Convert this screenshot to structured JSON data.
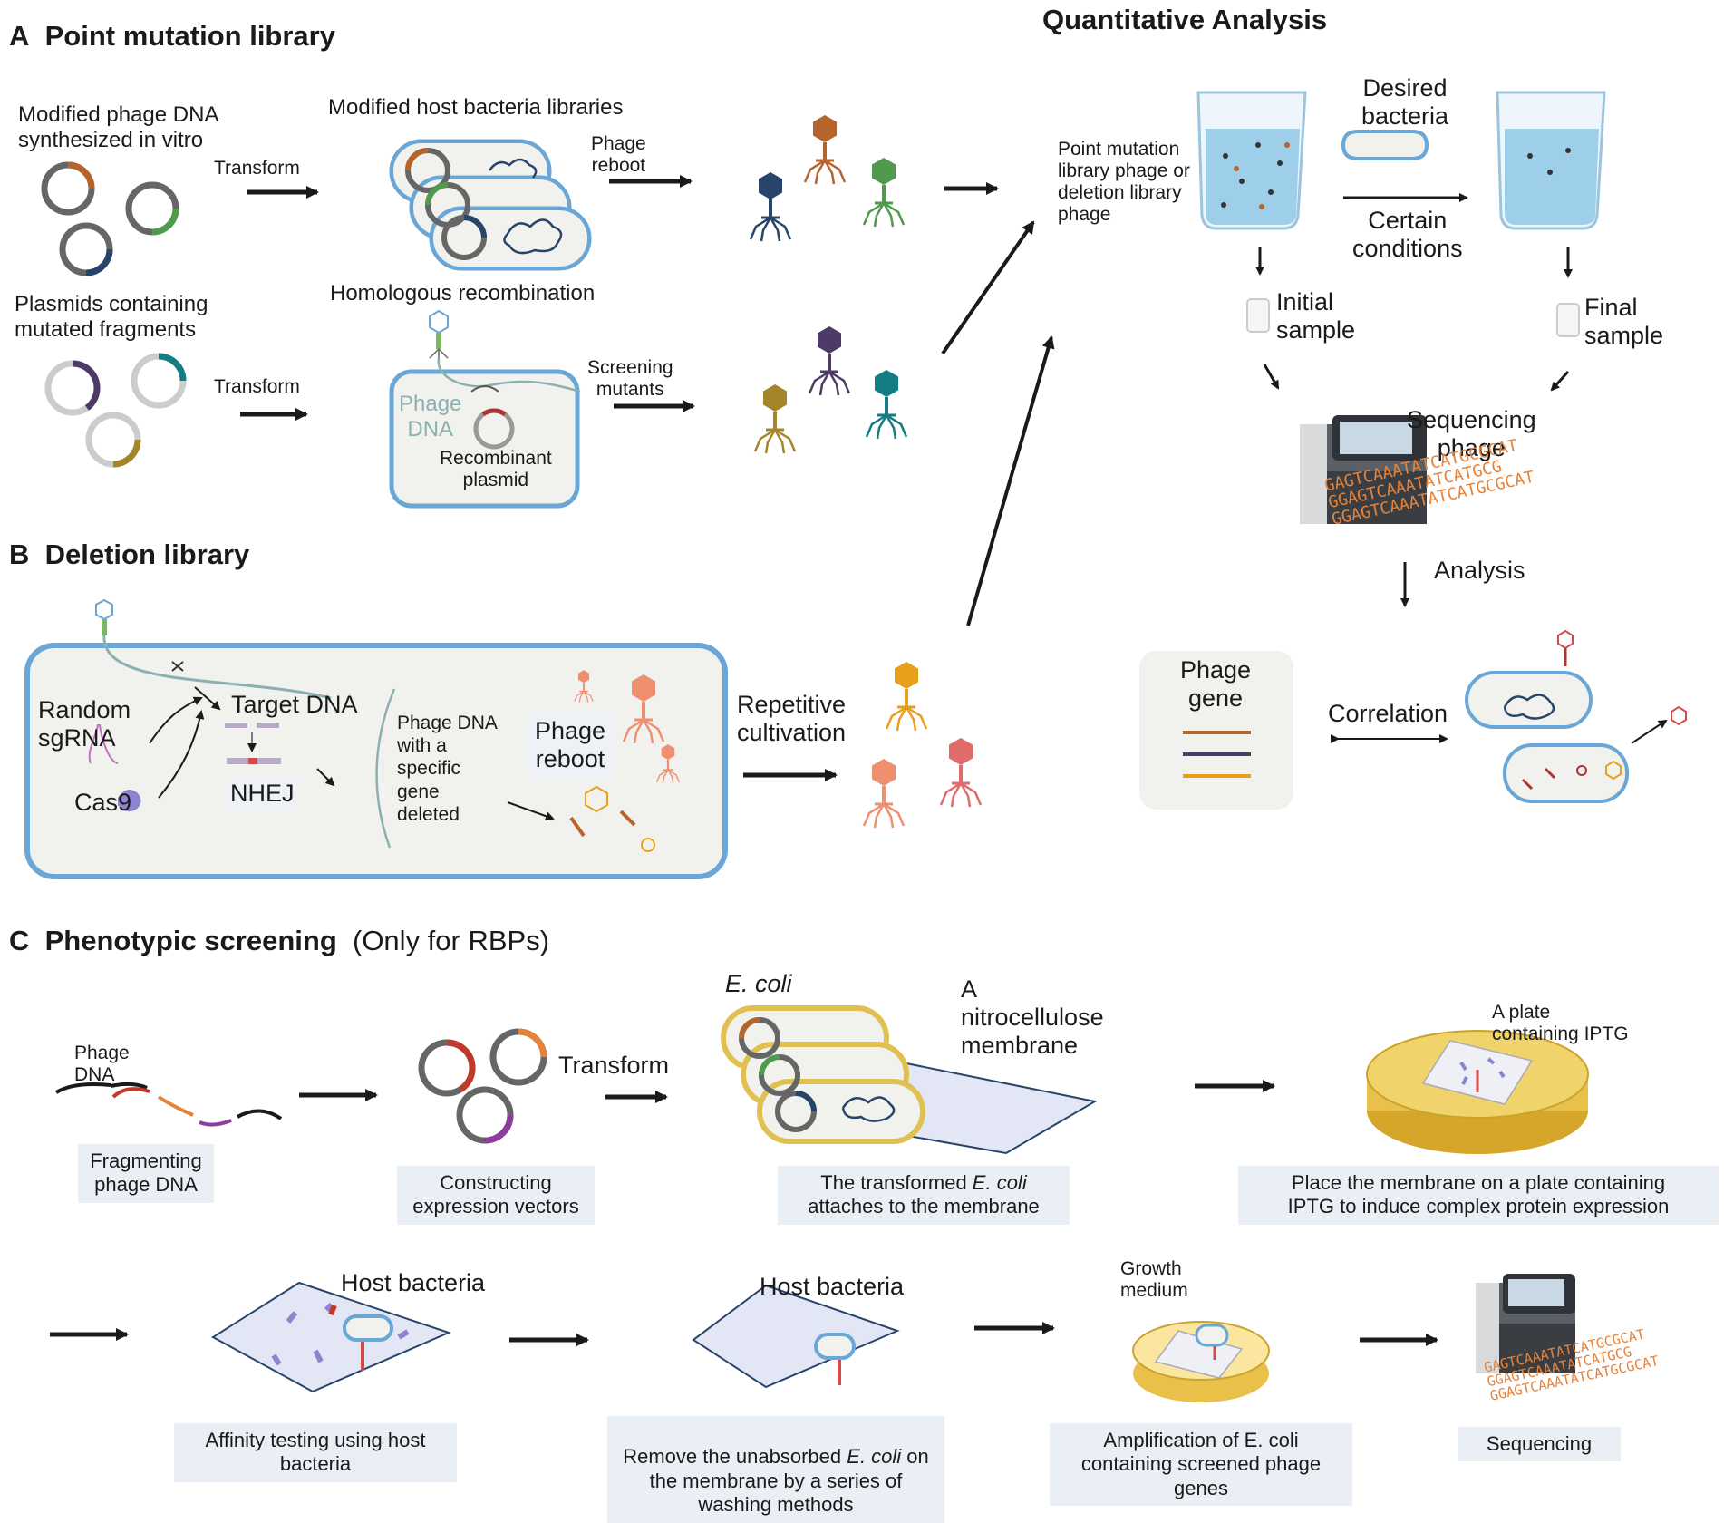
{
  "panel_a": {
    "heading_letter": "A",
    "heading_text": "Point mutation library",
    "modified_dna_label": "Modified phage DNA\nsynthesized in vitro",
    "transform_1": "Transform",
    "host_libraries_label": "Modified host bacteria libraries",
    "phage_reboot": "Phage\nreboot",
    "plasmids_label": "Plasmids containing\nmutated fragments",
    "transform_2": "Transform",
    "homologous_label": "Homologous recombination",
    "phage_dna_label": "Phage\nDNA",
    "recombinant_label": "Recombinant\nplasmid",
    "screening_label": "Screening\nmutants"
  },
  "panel_b": {
    "heading_letter": "B",
    "heading_text": "Deletion library",
    "random_sgrna": "Random\nsgRNA",
    "cas9": "Cas9",
    "target_dna": "Target DNA",
    "nhej": "NHEJ",
    "phage_dna_deleted": "Phage DNA\nwith a\nspecific\ngene\ndeleted",
    "phage_reboot": "Phage\nreboot",
    "repetitive_cultivation": "Repetitive\ncultivation"
  },
  "quant": {
    "heading": "Quantitative Analysis",
    "library_label": "Point mutation\nlibrary phage or\ndeletion library\nphage",
    "desired_bacteria": "Desired\nbacteria",
    "certain_conditions": "Certain\nconditions",
    "initial_sample": "Initial\nsample",
    "final_sample": "Final\nsample",
    "sequencing_phage": "Sequencing\nphage",
    "analysis": "Analysis",
    "phage_gene": "Phage\ngene",
    "correlation": "Correlation",
    "dna_seq_lines": [
      "GAGTCAAATATCATGCGCAT",
      "GGAGTCAAATATCATGCG",
      "GGAGTCAAATATCATGCGCAT"
    ]
  },
  "panel_c": {
    "heading_letter": "C",
    "heading_text": "Phenotypic screening",
    "heading_note": "(Only for RBPs)",
    "phage_dna": "Phage\nDNA",
    "fragmenting": "Fragmenting\nphage DNA",
    "constructing": "Constructing\nexpression vectors",
    "transform": "Transform",
    "ecoli": "E. coli",
    "nitro": "A\nnitrocellulose\nmembrane",
    "transformed_pre": "The transformed ",
    "transformed_em": "E. coli",
    "transformed_post": "attaches to the membrane",
    "plate_iptg": "A plate\ncontaining IPTG",
    "place_membrane": "Place the membrane on a plate containing\nIPTG to induce complex protein expression",
    "host_bacteria_1": "Host bacteria",
    "affinity": "Affinity testing using host\nbacteria",
    "host_bacteria_2": "Host bacteria",
    "remove_pre": "Remove the unabsorbed ",
    "remove_em": "E. coli",
    "remove_post": " on\nthe membrane by a series of\nwashing methods",
    "growth_medium": "Growth\nmedium",
    "amplification": "Amplification of E. coli\ncontaining screened phage\ngenes",
    "sequencing": "Sequencing"
  },
  "colors": {
    "cell_fill": "#f1f2ee",
    "cell_border": "#6aa7d6",
    "arrow": "#1a1a1a",
    "phage_orange": "#b5642c",
    "phage_green": "#4f9a4e",
    "phage_navy": "#27456b",
    "phage_purple": "#4d3a66",
    "phage_teal": "#137d83",
    "phage_gold": "#a6852a",
    "phage_yellow": "#e8a01c",
    "phage_salmon": "#ee9070",
    "phage_red": "#e06b6b",
    "caption_bg": "#e9eff5",
    "dna_orange": "#e6833a"
  }
}
